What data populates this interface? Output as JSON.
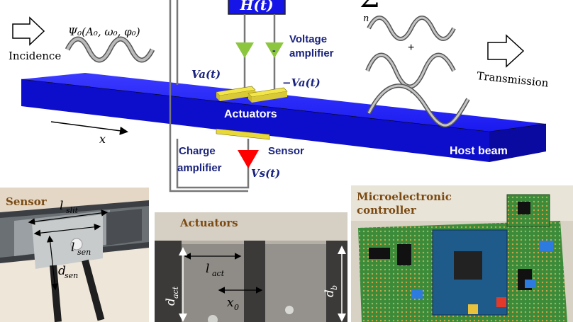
{
  "top": {
    "incidence_wave": "Ψ₀(A₀, ω₀, φ₀)",
    "incidence": "Incidence",
    "transmission": "Transmission",
    "controller_box": "H(t)",
    "sum_symbol": "Σ",
    "sum_sub": "n",
    "voltage_amplifier": [
      "Voltage",
      "amplifier"
    ],
    "va": "Va(t)",
    "neg_va": "−Va(t)",
    "actuators": "Actuators",
    "sensor": "Sensor",
    "charge_amplifier": [
      "Charge",
      "amplifier"
    ],
    "vs": "Vs(t)",
    "host_beam": "Host beam",
    "x_axis": "x",
    "plus": "+",
    "minus": "-"
  },
  "photos": {
    "sensor_title": "Sensor",
    "sensor_lslit": "l",
    "sensor_lslit_sub": "slit",
    "sensor_lsen": "l",
    "sensor_lsen_sub": "sen",
    "sensor_dsen": "d",
    "sensor_dsen_sub": "sen",
    "actuators_title": "Actuators",
    "act_lact": "l",
    "act_lact_sub": "act",
    "act_dact": "d",
    "act_dact_sub": "act",
    "act_x0": "x",
    "act_x0_sub": "0",
    "act_db": "d",
    "act_db_sub": "b",
    "controller_title": [
      "Microelectronic",
      "controller"
    ]
  },
  "colors": {
    "beam": "#1212e0",
    "green": "#8cc63f",
    "red": "#ff0000",
    "navy": "#1a237e",
    "gold": "#7b4a12",
    "piezo": "#e8d838"
  }
}
